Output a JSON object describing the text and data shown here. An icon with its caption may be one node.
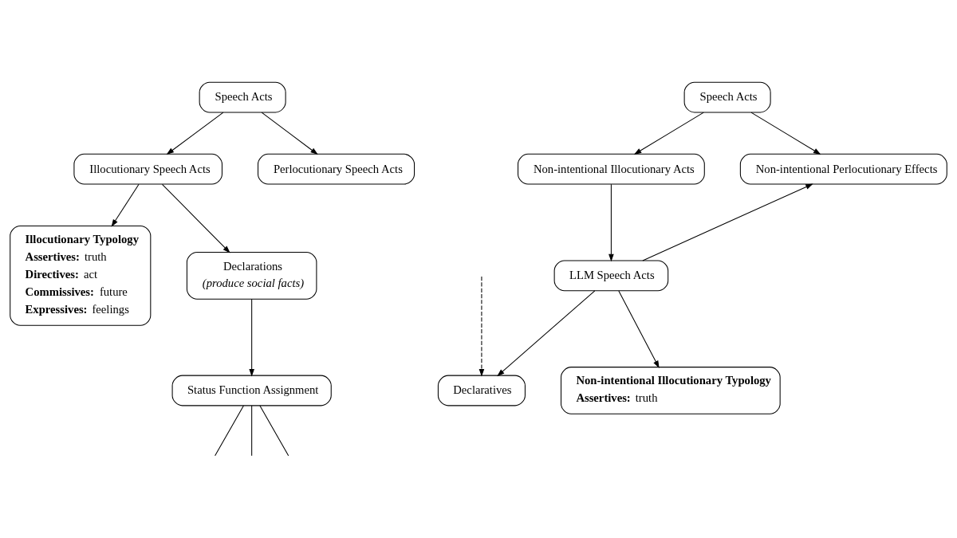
{
  "diagram": {
    "nodes": [
      {
        "text": [
          "Speech Acts"
        ]
      },
      {
        "text": [
          "Speech Acts"
        ]
      },
      {
        "text": [
          "Illocutionary Speech Acts"
        ]
      },
      {
        "text": [
          "Perlocutionary Speech Acts"
        ]
      },
      {
        "text": [
          "Non-intentional Illocutionary Acts"
        ]
      },
      {
        "text": [
          "Non-intentional Perlocutionary Effects"
        ]
      },
      {
        "text": [
          "Illocutionary Typology",
          "**Assertives:** truth",
          "**Directives:** act",
          "**Commissives:** future",
          "**Expressives:** feelings"
        ]
      },
      {
        "text": [
          "Declarations",
          "(produce social facts)"
        ]
      },
      {
        "text": [
          "LLM Speech Acts"
        ]
      },
      {
        "text": [
          "Declaratives"
        ]
      },
      {
        "text": [
          "Status Function Assignment"
        ]
      },
      {
        "text": [
          "Non-intentional Illocutionary Typology",
          "**Assertives:** truth"
        ]
      }
    ],
    "edges": [
      {
        "from": 0,
        "to": 2,
        "arrow": "to"
      },
      {
        "from": 0,
        "to": 3,
        "arrow": "to"
      },
      {
        "from": 1,
        "to": 4,
        "arrow": "to"
      },
      {
        "from": 1,
        "to": 5,
        "arrow": "to"
      },
      {
        "from": 2,
        "to": 6,
        "arrow": "to"
      },
      {
        "from": 2,
        "to": 7,
        "arrow": "to"
      },
      {
        "from": 4,
        "to": 8,
        "arrow": "to"
      },
      {
        "from": 8,
        "to": 5,
        "arrow": "to"
      },
      {
        "from": 8,
        "to": 9,
        "arrow": "to"
      },
      {
        "from": 7,
        "to": 10,
        "arrow": "to"
      },
      {
        "from": 10,
        "to": null,
        "arrow": "none"
      },
      {
        "from": 10,
        "to": null,
        "arrow": "none"
      },
      {
        "from": 10,
        "to": null,
        "arrow": "none"
      },
      {
        "from": 8,
        "to": 11,
        "arrow": "to"
      },
      {
        "from": null,
        "to": 9,
        "arrow": "to",
        "style": "dashed"
      }
    ]
  }
}
